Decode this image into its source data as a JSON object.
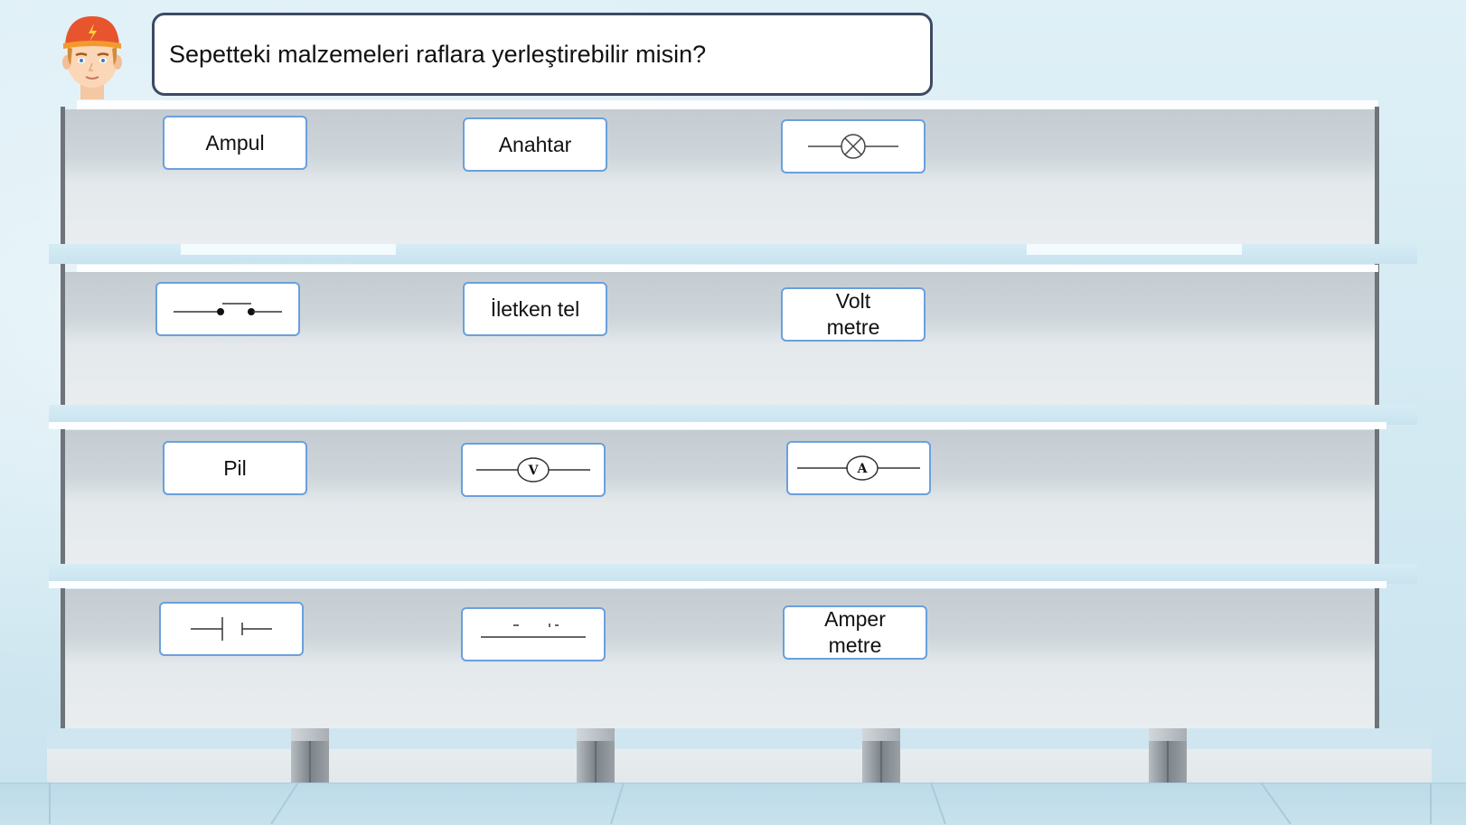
{
  "instruction": "Sepetteki malzemeleri raflara yerleştirebilir misin?",
  "cards": {
    "ampul": "Ampul",
    "anahtar": "Anahtar",
    "lamp_symbol_icon": "lamp-symbol",
    "switch_symbol_icon": "switch-symbol",
    "iletken_tel": "İletken tel",
    "volt_metre_line1": "Volt",
    "volt_metre_line2": "metre",
    "pil": "Pil",
    "voltmeter_symbol_letter": "V",
    "ammeter_symbol_letter": "A",
    "battery_symbol_icon": "battery-symbol",
    "wire_symbol_icon": "wire-symbol",
    "amper_metre_line1": "Amper",
    "amper_metre_line2": "metre"
  },
  "colors": {
    "card_border": "#6aa0dc",
    "bubble_border": "#3c4a63"
  }
}
